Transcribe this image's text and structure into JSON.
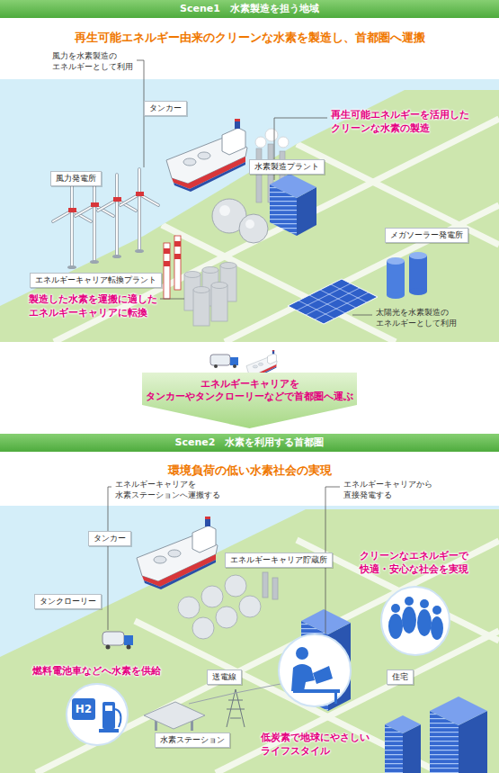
{
  "diagram": {
    "nodes": [
      {
        "text": [
          "Scene1　水素製造を担う地域"
        ]
      },
      {
        "text": [
          "タンカー"
        ]
      },
      {
        "text": [
          "水素製造プラント"
        ]
      },
      {
        "text": [
          "風力発電所"
        ]
      },
      {
        "text": [
          "メガソーラー発電所"
        ]
      },
      {
        "text": [
          "エネルギーキャリア転換プラント"
        ]
      },
      {
        "text": [
          "エネルギーキャリアを タンカーやタンクローリーなどで首都圏へ運ぶ"
        ]
      },
      {
        "text": [
          "Scene2　水素を利用する首都圏"
        ]
      },
      {
        "text": [
          "タンカー"
        ]
      },
      {
        "text": [
          "エネルギーキャリア貯蔵所"
        ]
      },
      {
        "text": [
          "タンクローリー"
        ]
      },
      {
        "text": [
          "H2"
        ]
      },
      {
        "text": [
          "送電線"
        ]
      },
      {
        "text": [
          "住宅"
        ]
      },
      {
        "text": [
          "水素ステーション"
        ]
      }
    ],
    "labels": [
      "再生可能エネルギー由来のクリーンな水素を製造し、首都圏へ運搬",
      "風力を水素製造の エネルギーとして利用",
      "再生可能エネルギーを活用した クリーンな水素の製造",
      "製造した水素を運搬に適した エネルギーキャリアに転換",
      "太陽光を水素製造の エネルギーとして利用",
      "環境負荷の低い水素社会の実現",
      "エネルギーキャリアを 水素ステーションへ運搬する",
      "エネルギーキャリアから 直接発電する",
      "クリーンなエネルギーで 快適・安心な社会を実現",
      "燃料電池車などへ水素を供給",
      "低炭素で地球にやさしい ライフスタイル"
    ]
  }
}
